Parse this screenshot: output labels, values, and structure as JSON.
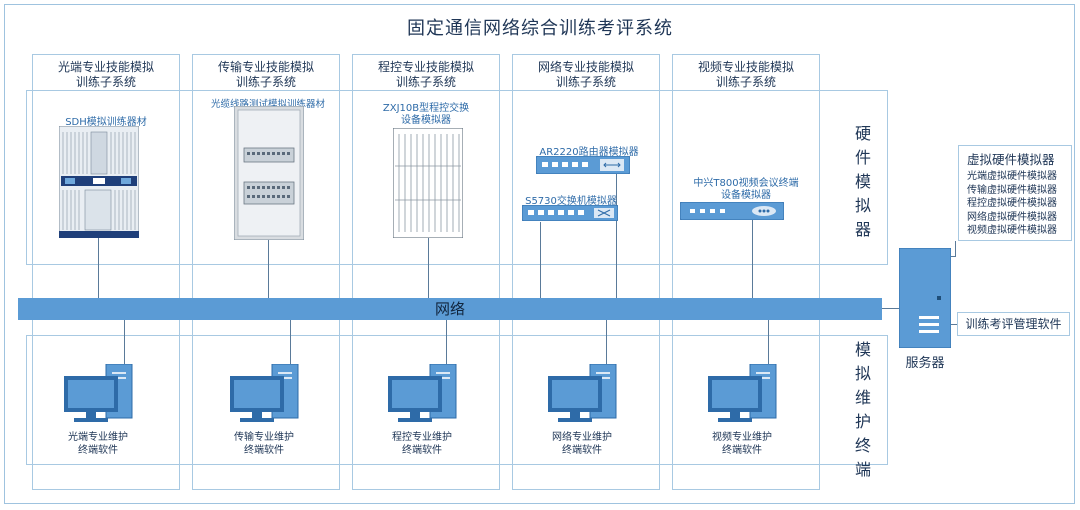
{
  "title": "固定通信网络综合训练考评系统",
  "subsystems": [
    {
      "title_line1": "光端专业技能模拟",
      "title_line2": "训练子系统",
      "device": "SDH模拟训练器材",
      "terminal_line1": "光端专业维护",
      "terminal_line2": "终端软件"
    },
    {
      "title_line1": "传输专业技能模拟",
      "title_line2": "训练子系统",
      "device": "光缆线路测试模拟训练器材",
      "terminal_line1": "传输专业维护",
      "terminal_line2": "终端软件"
    },
    {
      "title_line1": "程控专业技能模拟",
      "title_line2": "训练子系统",
      "device_line1": "ZXJ10B型程控交换",
      "device_line2": "设备模拟器",
      "terminal_line1": "程控专业维护",
      "terminal_line2": "终端软件"
    },
    {
      "title_line1": "网络专业技能模拟",
      "title_line2": "训练子系统",
      "device": "AR2220路由器模拟器",
      "device_b": "S5730交换机模拟器",
      "terminal_line1": "网络专业维护",
      "terminal_line2": "终端软件"
    },
    {
      "title_line1": "视频专业技能模拟",
      "title_line2": "训练子系统",
      "device_line1": "中兴T800视频会议终端",
      "device_line2": "设备模拟器",
      "terminal_line1": "视频专业维护",
      "terminal_line2": "终端软件"
    }
  ],
  "labels": {
    "hardware": [
      "硬",
      "件",
      "模",
      "拟",
      "器"
    ],
    "terminal": [
      "模",
      "拟",
      "维",
      "护",
      "终",
      "端"
    ],
    "network": "网络",
    "server": "服务器",
    "management": "训练考评管理软件"
  },
  "virtual_box": {
    "title": "虚拟硬件模拟器",
    "items": [
      "光端虚拟硬件模拟器",
      "传输虚拟硬件模拟器",
      "程控虚拟硬件模拟器",
      "网络虚拟硬件模拟器",
      "视频虚拟硬件模拟器"
    ]
  },
  "colors": {
    "accent": "#5b9bd5",
    "border": "#a8c9e2",
    "text": "#1f3656"
  }
}
